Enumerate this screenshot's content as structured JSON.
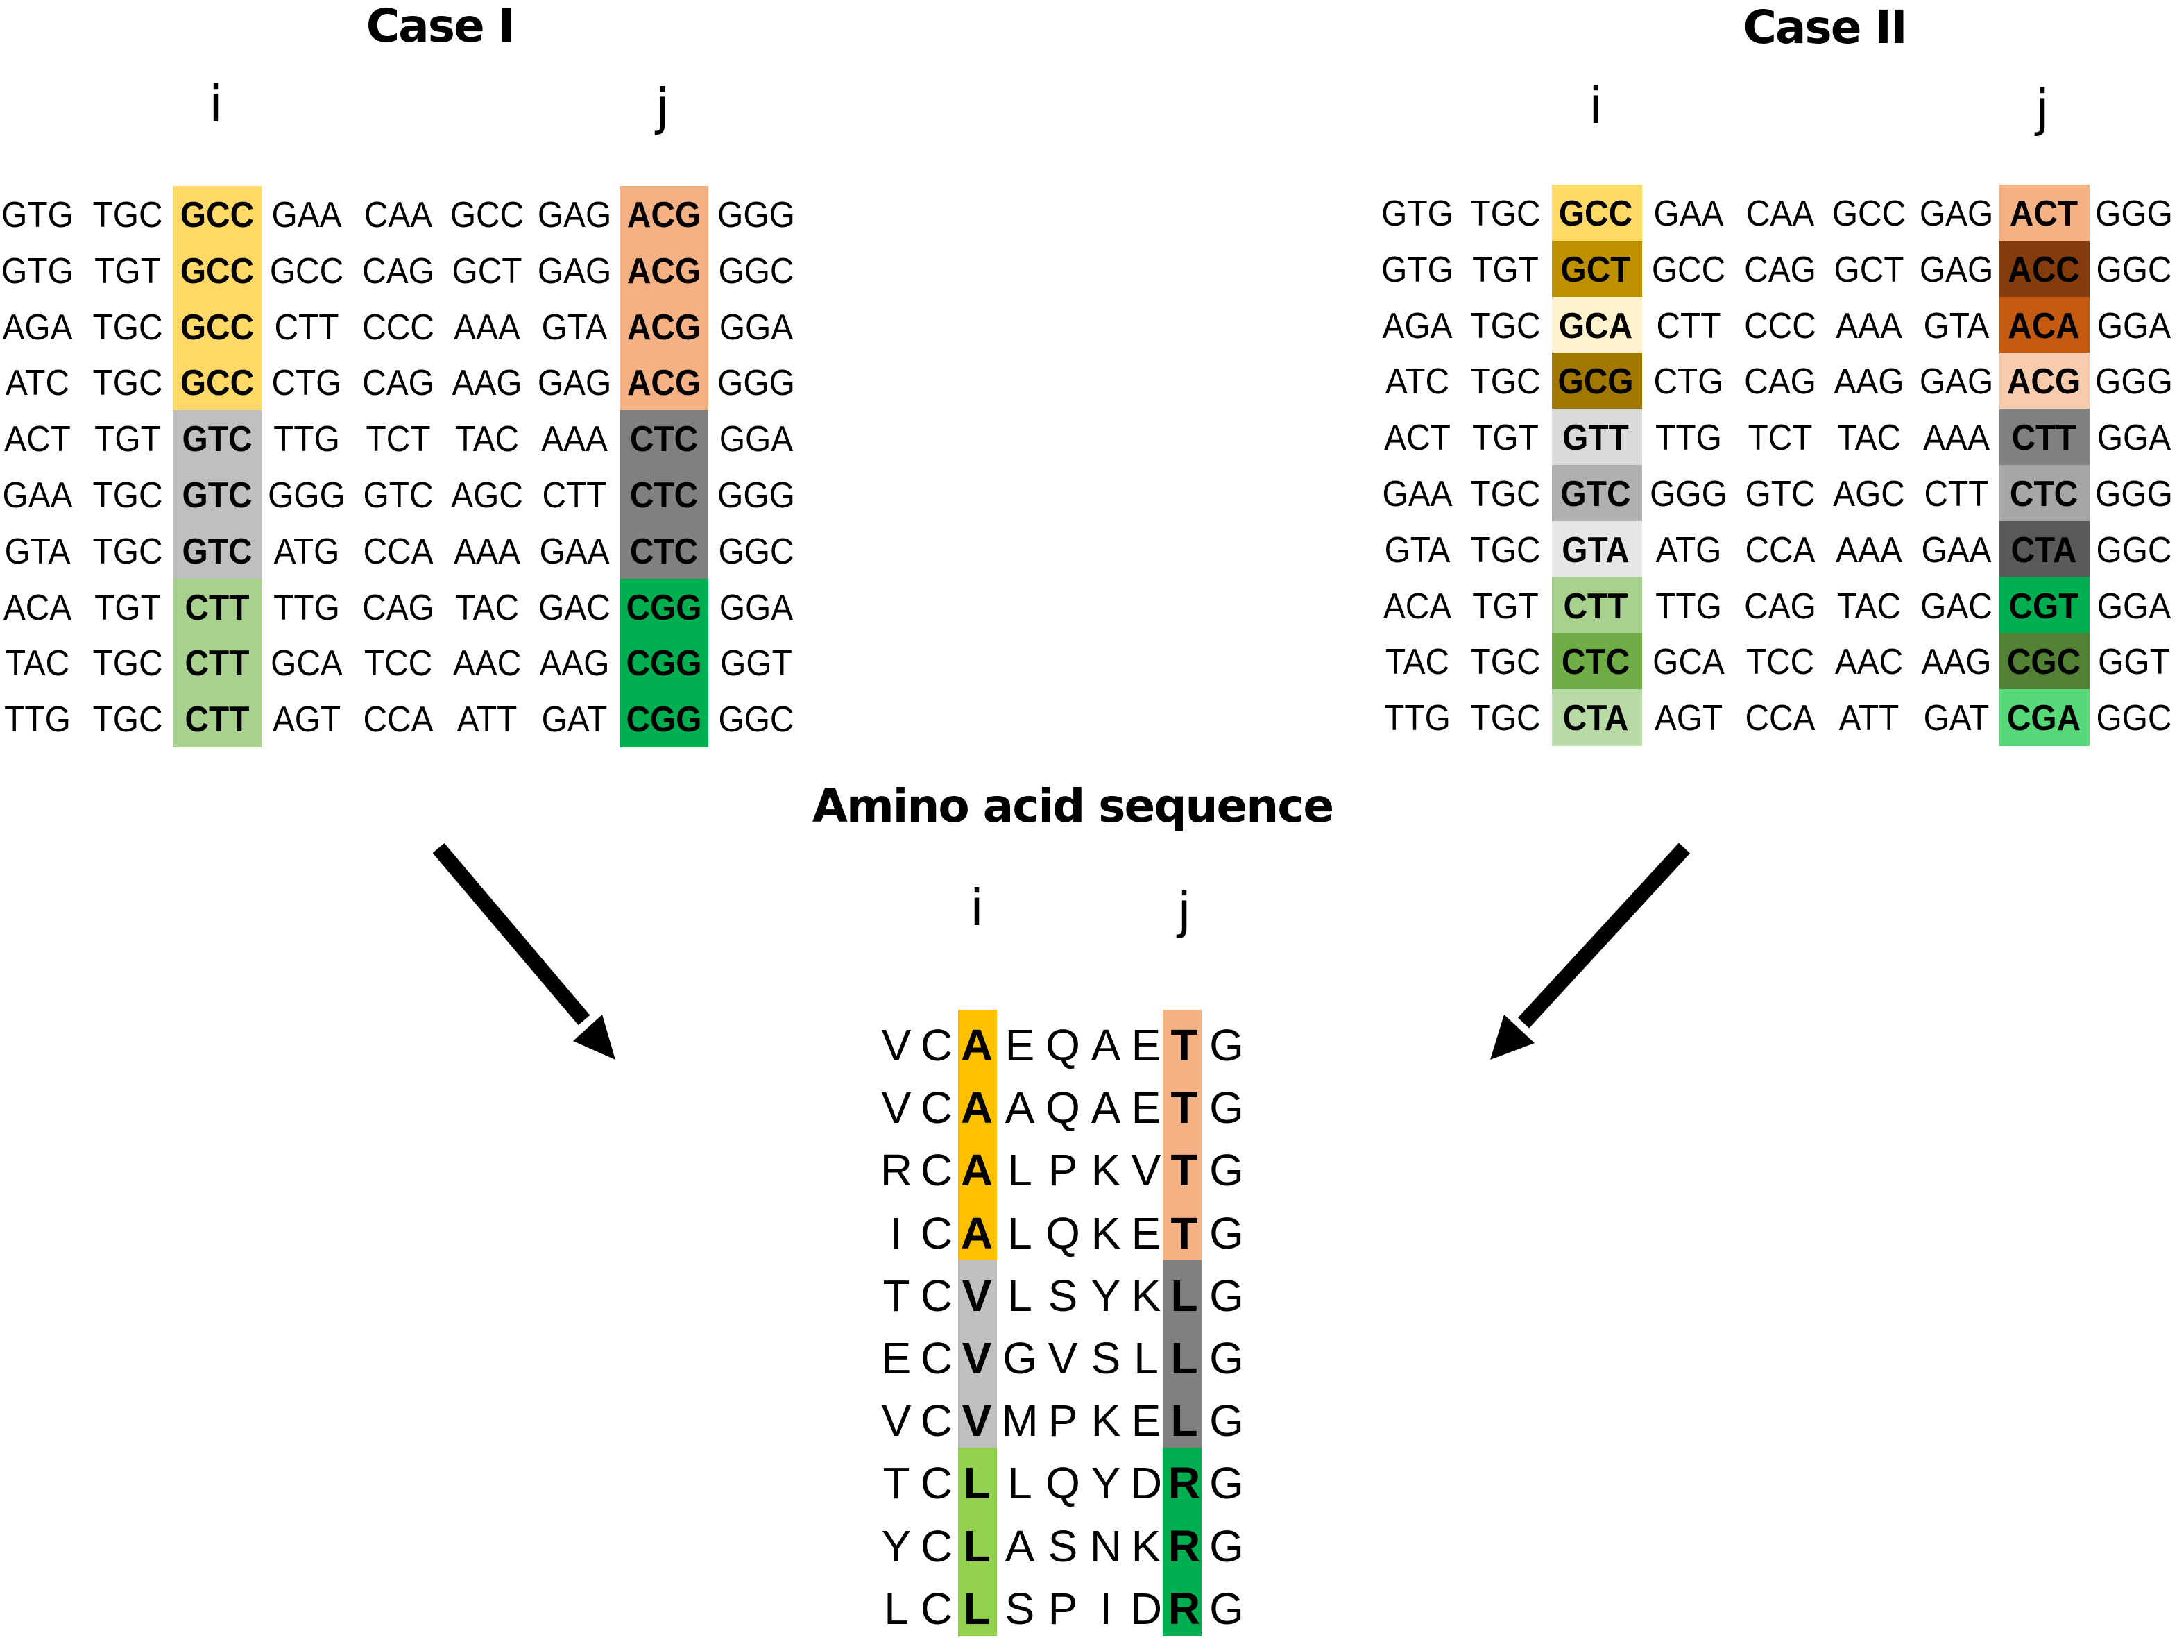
{
  "case_i": {
    "title": "Case I",
    "index_i_label": "i",
    "index_j_label": "j",
    "highlight_columns": [
      2,
      7
    ],
    "rows": [
      {
        "codons": [
          "GTG",
          "TGC",
          "GCC",
          "GAA",
          "CAA",
          "GCC",
          "GAG",
          "ACG",
          "GGG"
        ],
        "colors": {
          "i": "#FFD966",
          "j": "#F4B183"
        }
      },
      {
        "codons": [
          "GTG",
          "TGT",
          "GCC",
          "GCC",
          "CAG",
          "GCT",
          "GAG",
          "ACG",
          "GGC"
        ],
        "colors": {
          "i": "#FFD966",
          "j": "#F4B183"
        }
      },
      {
        "codons": [
          "AGA",
          "TGC",
          "GCC",
          "CTT",
          "CCC",
          "AAA",
          "GTA",
          "ACG",
          "GGA"
        ],
        "colors": {
          "i": "#FFD966",
          "j": "#F4B183"
        }
      },
      {
        "codons": [
          "ATC",
          "TGC",
          "GCC",
          "CTG",
          "CAG",
          "AAG",
          "GAG",
          "ACG",
          "GGG"
        ],
        "colors": {
          "i": "#FFD966",
          "j": "#F4B183"
        }
      },
      {
        "codons": [
          "ACT",
          "TGT",
          "GTC",
          "TTG",
          "TCT",
          "TAC",
          "AAA",
          "CTC",
          "GGA"
        ],
        "colors": {
          "i": "#BFBFBF",
          "j": "#808080"
        }
      },
      {
        "codons": [
          "GAA",
          "TGC",
          "GTC",
          "GGG",
          "GTC",
          "AGC",
          "CTT",
          "CTC",
          "GGG"
        ],
        "colors": {
          "i": "#BFBFBF",
          "j": "#808080"
        }
      },
      {
        "codons": [
          "GTA",
          "TGC",
          "GTC",
          "ATG",
          "CCA",
          "AAA",
          "GAA",
          "CTC",
          "GGC"
        ],
        "colors": {
          "i": "#BFBFBF",
          "j": "#808080"
        }
      },
      {
        "codons": [
          "ACA",
          "TGT",
          "CTT",
          "TTG",
          "CAG",
          "TAC",
          "GAC",
          "CGG",
          "GGA"
        ],
        "colors": {
          "i": "#A9D18E",
          "j": "#00B050"
        }
      },
      {
        "codons": [
          "TAC",
          "TGC",
          "CTT",
          "GCA",
          "TCC",
          "AAC",
          "AAG",
          "CGG",
          "GGT"
        ],
        "colors": {
          "i": "#A9D18E",
          "j": "#00B050"
        }
      },
      {
        "codons": [
          "TTG",
          "TGC",
          "CTT",
          "AGT",
          "CCA",
          "ATT",
          "GAT",
          "CGG",
          "GGC"
        ],
        "colors": {
          "i": "#A9D18E",
          "j": "#00B050"
        }
      }
    ]
  },
  "case_ii": {
    "title": "Case II",
    "index_i_label": "i",
    "index_j_label": "j",
    "highlight_columns": [
      2,
      7
    ],
    "rows": [
      {
        "codons": [
          "GTG",
          "TGC",
          "GCC",
          "GAA",
          "CAA",
          "GCC",
          "GAG",
          "ACT",
          "GGG"
        ],
        "colors": {
          "i": "#FFD966",
          "j": "#F4B183"
        }
      },
      {
        "codons": [
          "GTG",
          "TGT",
          "GCT",
          "GCC",
          "CAG",
          "GCT",
          "GAG",
          "ACC",
          "GGC"
        ],
        "colors": {
          "i": "#BF9000",
          "j": "#843C0C"
        }
      },
      {
        "codons": [
          "AGA",
          "TGC",
          "GCA",
          "CTT",
          "CCC",
          "AAA",
          "GTA",
          "ACA",
          "GGA"
        ],
        "colors": {
          "i": "#FFF2CC",
          "j": "#C55A11"
        }
      },
      {
        "codons": [
          "ATC",
          "TGC",
          "GCG",
          "CTG",
          "CAG",
          "AAG",
          "GAG",
          "ACG",
          "GGG"
        ],
        "colors": {
          "i": "#A07800",
          "j": "#F8CBAD"
        }
      },
      {
        "codons": [
          "ACT",
          "TGT",
          "GTT",
          "TTG",
          "TCT",
          "TAC",
          "AAA",
          "CTT",
          "GGA"
        ],
        "colors": {
          "i": "#D9D9D9",
          "j": "#808080"
        }
      },
      {
        "codons": [
          "GAA",
          "TGC",
          "GTC",
          "GGG",
          "GTC",
          "AGC",
          "CTT",
          "CTC",
          "GGG"
        ],
        "colors": {
          "i": "#B0B0B0",
          "j": "#A6A6A6"
        }
      },
      {
        "codons": [
          "GTA",
          "TGC",
          "GTA",
          "ATG",
          "CCA",
          "AAA",
          "GAA",
          "CTA",
          "GGC"
        ],
        "colors": {
          "i": "#E7E6E6",
          "j": "#595959"
        }
      },
      {
        "codons": [
          "ACA",
          "TGT",
          "CTT",
          "TTG",
          "CAG",
          "TAC",
          "GAC",
          "CGT",
          "GGA"
        ],
        "colors": {
          "i": "#A9D18E",
          "j": "#00B050"
        }
      },
      {
        "codons": [
          "TAC",
          "TGC",
          "CTC",
          "GCA",
          "TCC",
          "AAC",
          "AAG",
          "CGC",
          "GGT"
        ],
        "colors": {
          "i": "#70AD47",
          "j": "#548235"
        }
      },
      {
        "codons": [
          "TTG",
          "TGC",
          "CTA",
          "AGT",
          "CCA",
          "ATT",
          "GAT",
          "CGA",
          "GGC"
        ],
        "colors": {
          "i": "#B8DBA5",
          "j": "#57D97A"
        }
      }
    ]
  },
  "amino_acid": {
    "title": "Amino acid sequence",
    "index_i_label": "i",
    "index_j_label": "j",
    "highlight_columns": [
      2,
      7
    ],
    "rows": [
      {
        "residues": [
          "V",
          "C",
          "A",
          "E",
          "Q",
          "A",
          "E",
          "T",
          "G"
        ],
        "colors": {
          "i": "#FFC000",
          "j": "#F4B183"
        }
      },
      {
        "residues": [
          "V",
          "C",
          "A",
          "A",
          "Q",
          "A",
          "E",
          "T",
          "G"
        ],
        "colors": {
          "i": "#FFC000",
          "j": "#F4B183"
        }
      },
      {
        "residues": [
          "R",
          "C",
          "A",
          "L",
          "P",
          "K",
          "V",
          "T",
          "G"
        ],
        "colors": {
          "i": "#FFC000",
          "j": "#F4B183"
        }
      },
      {
        "residues": [
          "I",
          "C",
          "A",
          "L",
          "Q",
          "K",
          "E",
          "T",
          "G"
        ],
        "colors": {
          "i": "#FFC000",
          "j": "#F4B183"
        }
      },
      {
        "residues": [
          "T",
          "C",
          "V",
          "L",
          "S",
          "Y",
          "K",
          "L",
          "G"
        ],
        "colors": {
          "i": "#BFBFBF",
          "j": "#808080"
        }
      },
      {
        "residues": [
          "E",
          "C",
          "V",
          "G",
          "V",
          "S",
          "L",
          "L",
          "G"
        ],
        "colors": {
          "i": "#BFBFBF",
          "j": "#808080"
        }
      },
      {
        "residues": [
          "V",
          "C",
          "V",
          "M",
          "P",
          "K",
          "E",
          "L",
          "G"
        ],
        "colors": {
          "i": "#BFBFBF",
          "j": "#808080"
        }
      },
      {
        "residues": [
          "T",
          "C",
          "L",
          "L",
          "Q",
          "Y",
          "D",
          "R",
          "G"
        ],
        "colors": {
          "i": "#92D050",
          "j": "#00B050"
        }
      },
      {
        "residues": [
          "Y",
          "C",
          "L",
          "A",
          "S",
          "N",
          "K",
          "R",
          "G"
        ],
        "colors": {
          "i": "#92D050",
          "j": "#00B050"
        }
      },
      {
        "residues": [
          "L",
          "C",
          "L",
          "S",
          "P",
          "I",
          "D",
          "R",
          "G"
        ],
        "colors": {
          "i": "#92D050",
          "j": "#00B050"
        }
      }
    ]
  },
  "arrows": [
    {
      "name": "arrow-case-i-to-amino-acids",
      "icon": "arrow-down-right-icon"
    },
    {
      "name": "arrow-case-ii-to-amino-acids",
      "icon": "arrow-down-left-icon"
    }
  ]
}
